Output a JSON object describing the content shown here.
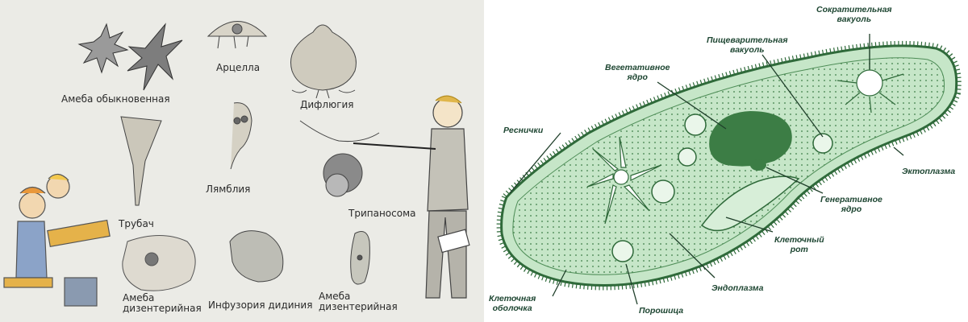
{
  "left_panel": {
    "labels": {
      "ameba_common": "Амеба обыкновенная",
      "arcella": "Арцелла",
      "difflugia": "Дифлюгия",
      "lamblia": "Лямблия",
      "trumpeter": "Трубач",
      "trypanosoma": "Трипаносома",
      "ameba_dysentery_1": "Амеба\nдизентерийная",
      "infusoria_didinia": "Инфузория дидиния",
      "ameba_dysentery_2": "Амеба\nдизентерийная"
    }
  },
  "right_panel": {
    "labels": {
      "contractile_vacuole": "Сократительная\nвакуоль",
      "digestive_vacuole": "Пищеварительная\nвакуоль",
      "vegetative_nucleus": "Вегетативное\nядро",
      "cilia": "Реснички",
      "ectoplasm": "Эктоплазма",
      "generative_nucleus": "Генеративное\nядро",
      "cell_mouth": "Клеточный\nрот",
      "endoplasm": "Эндоплазма",
      "cell_membrane": "Клеточная\nоболочка",
      "powder_pore": "Порошица"
    },
    "colors": {
      "cell_fill": "#c6e6c8",
      "cell_outline": "#2f6a3a",
      "nucleus": "#3c7d45",
      "label_text": "#1e4632"
    }
  }
}
